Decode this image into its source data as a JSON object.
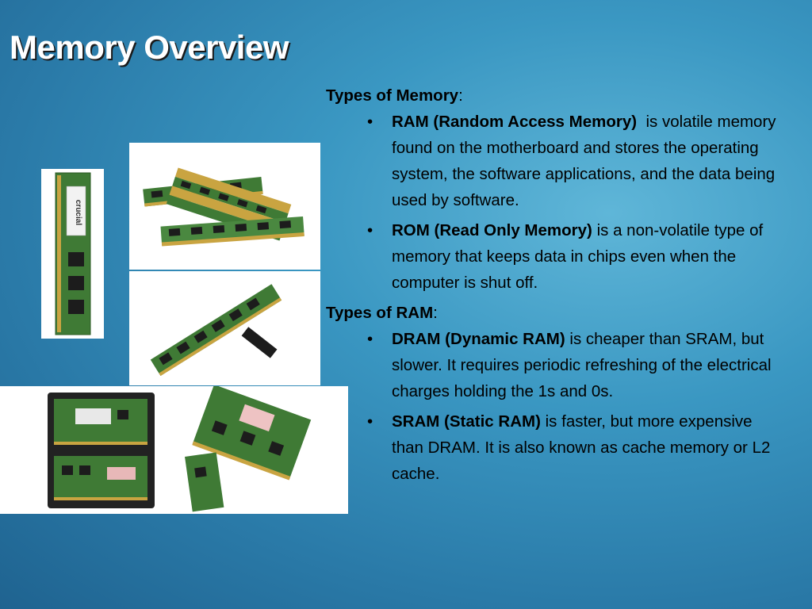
{
  "slide": {
    "title": "Memory Overview"
  },
  "sections": [
    {
      "heading": "Types of Memory",
      "suffix": ":",
      "items": [
        {
          "term": "RAM (Random Access Memory)",
          "text": "  is volatile memory found on the motherboard and stores the operating system, the software applications, and the data being used by software."
        },
        {
          "term": "ROM (Read Only Memory)",
          "text": " is a non-volatile type of memory that keeps data in chips even when the computer is shut off."
        }
      ]
    },
    {
      "heading": "Types of RAM",
      "suffix": ":",
      "items": [
        {
          "term": "DRAM (Dynamic RAM)",
          "text": " is cheaper than SRAM, but slower. It requires periodic refreshing of the electrical charges holding the 1s and 0s."
        },
        {
          "term": "SRAM (Static RAM)",
          "text": " is faster, but more expensive than DRAM. It is also known as cache memory or L2 cache."
        }
      ]
    }
  ],
  "images": {
    "crucial_logo_text": "crucial"
  },
  "colors": {
    "pcb_green": "#3f7a35",
    "chip_black": "#1c1c1c",
    "gold_contacts": "#c9a441",
    "tray_black": "#222222"
  }
}
